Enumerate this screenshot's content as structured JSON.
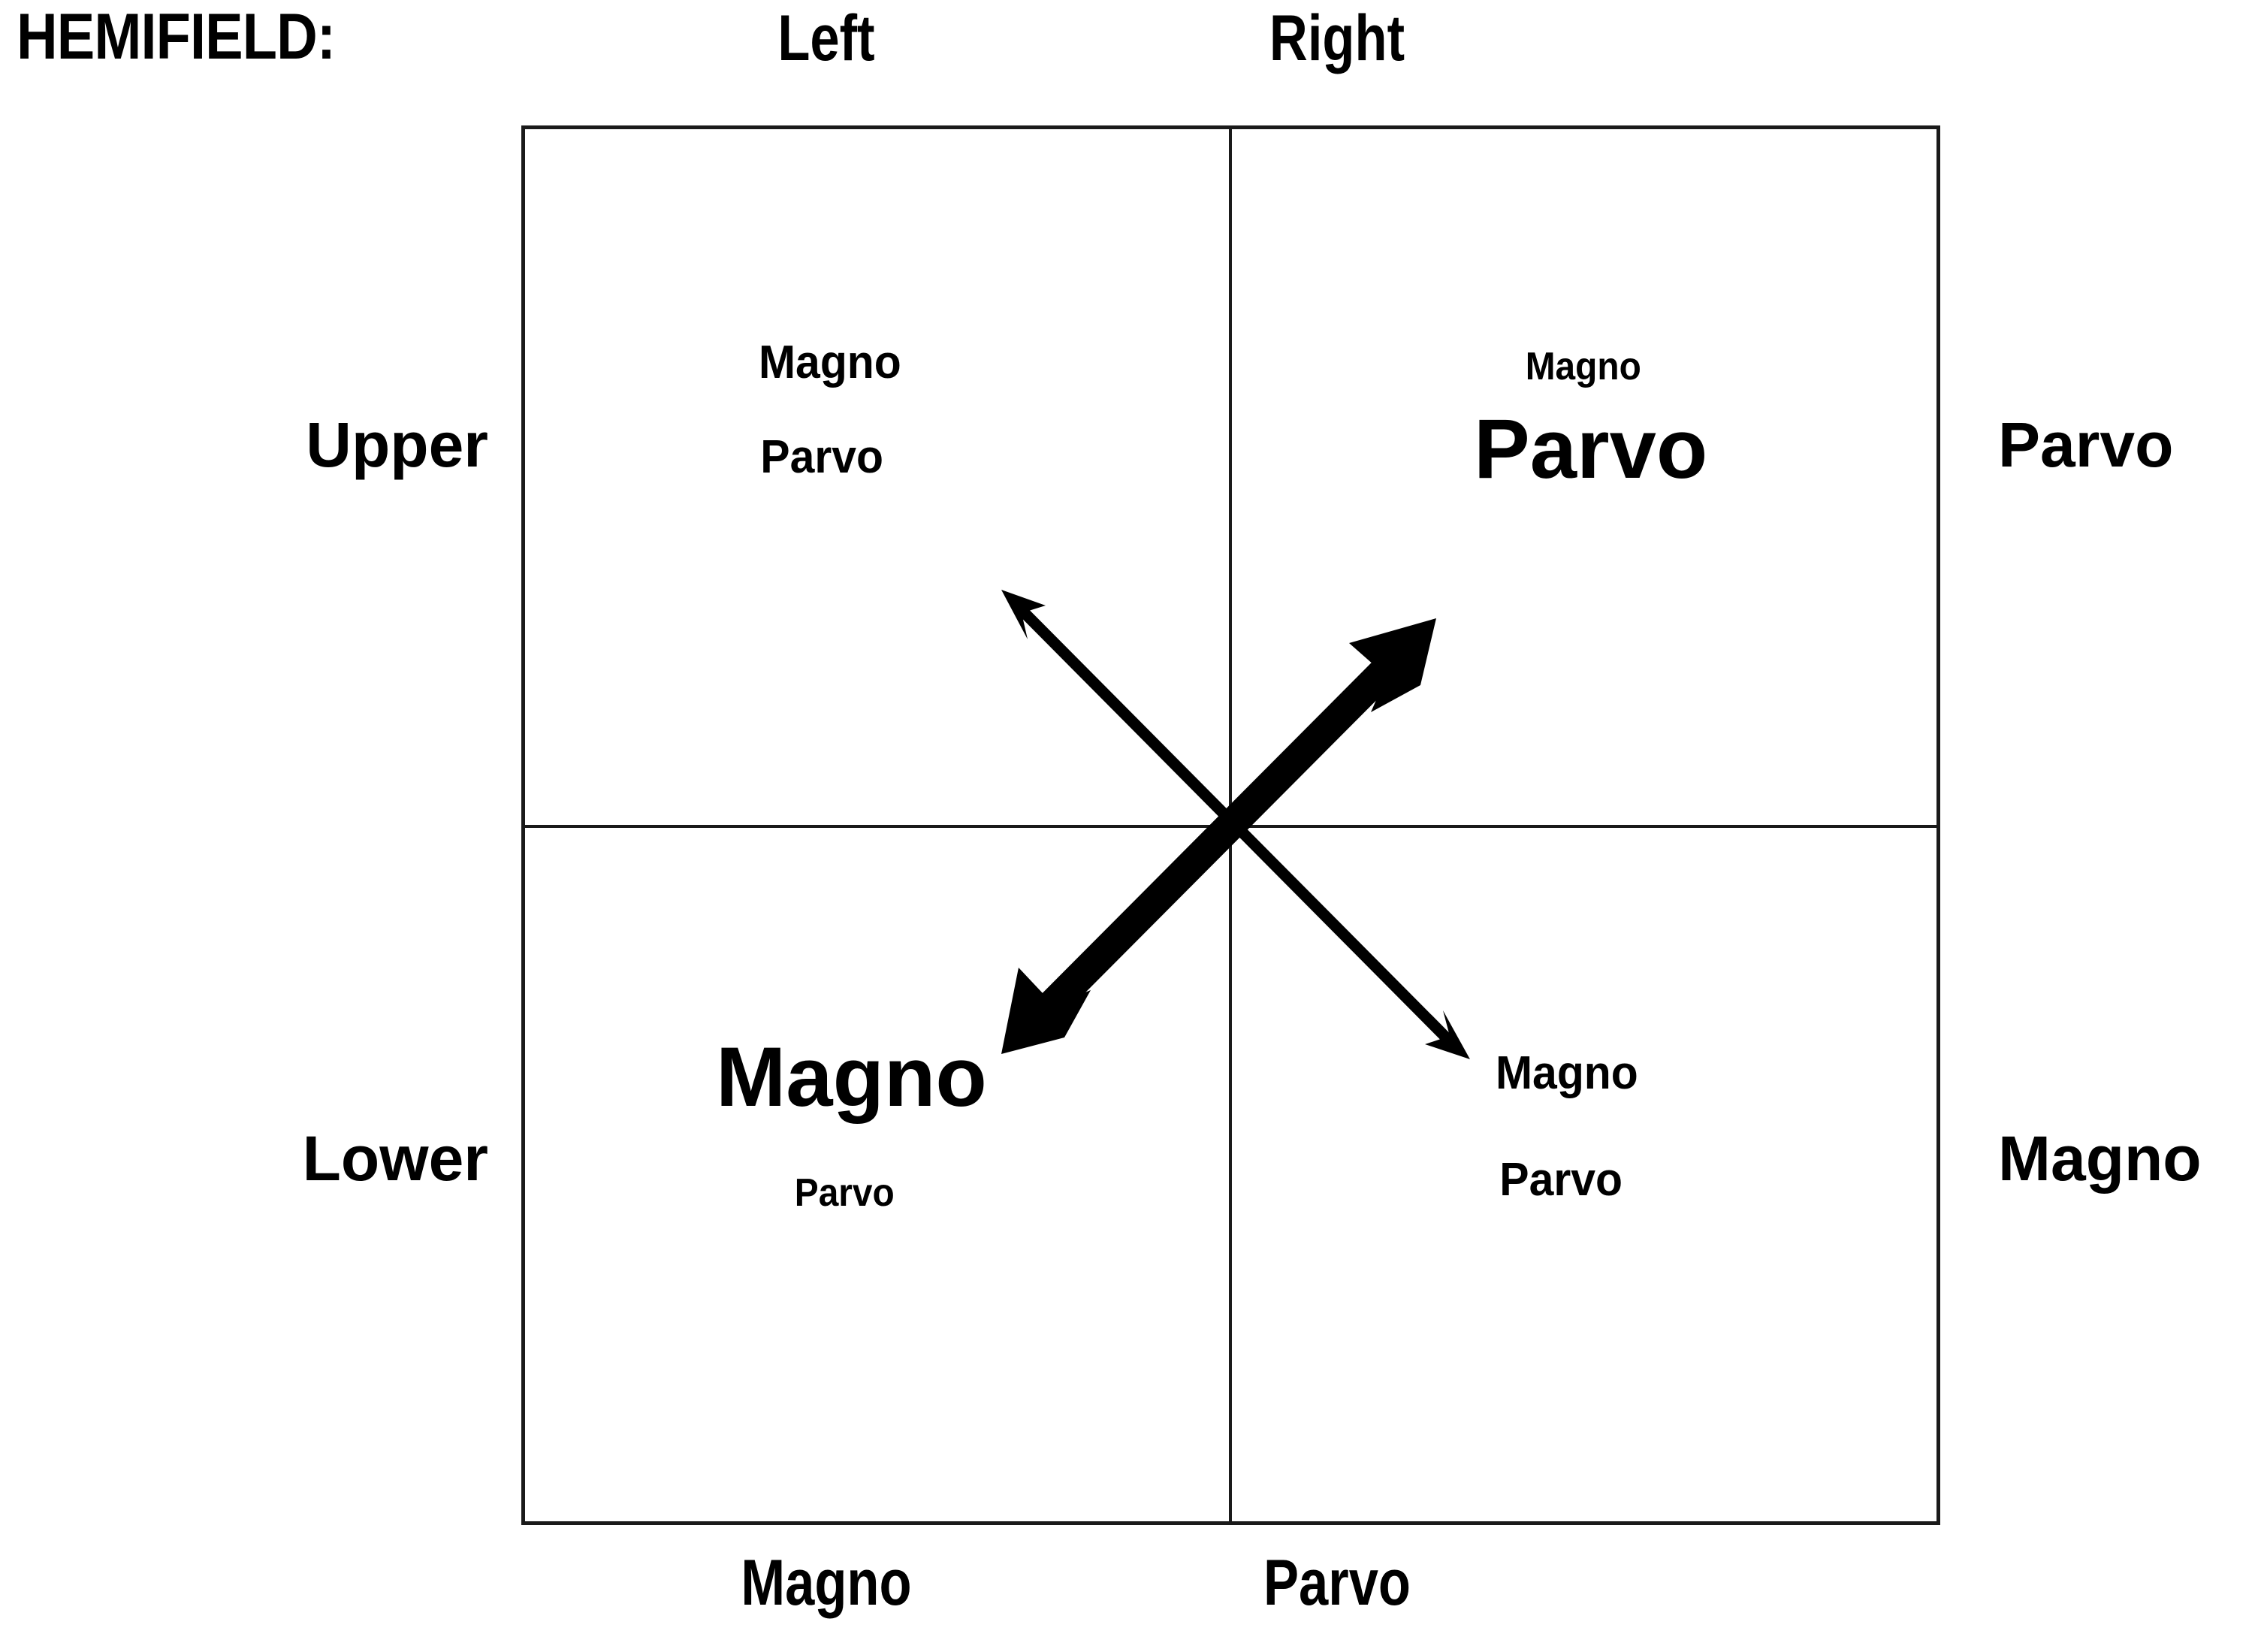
{
  "header": {
    "hemifield_label": "HEMIFIELD:",
    "column_left": "Left",
    "column_right": "Right"
  },
  "rows": {
    "upper_label": "Upper",
    "lower_label": "Lower",
    "upper_tag": "Parvo",
    "lower_tag": "Magno"
  },
  "columns": {
    "left_tag": "Magno",
    "right_tag": "Parvo"
  },
  "quadrants": {
    "upper_left": {
      "magno": "Magno",
      "parvo": "Parvo",
      "magno_emphasis": "medium",
      "parvo_emphasis": "medium"
    },
    "upper_right": {
      "magno": "Magno",
      "parvo": "Parvo",
      "magno_emphasis": "small",
      "parvo_emphasis": "large"
    },
    "lower_left": {
      "magno": "Magno",
      "parvo": "Parvo",
      "magno_emphasis": "large",
      "parvo_emphasis": "small"
    },
    "lower_right": {
      "magno": "Magno",
      "parvo": "Parvo",
      "magno_emphasis": "medium",
      "parvo_emphasis": "medium"
    }
  },
  "arrows": {
    "thick": {
      "name": "magno-axis-arrow",
      "from": "lower-left",
      "to": "upper-right",
      "double_headed": true,
      "color": "#000000"
    },
    "thin": {
      "name": "parvo-axis-arrow",
      "from": "upper-left",
      "to": "lower-right",
      "double_headed": true,
      "color": "#000000"
    }
  },
  "colors": {
    "ink": "#000000",
    "rule": "#1a1a1a",
    "background": "#ffffff"
  }
}
